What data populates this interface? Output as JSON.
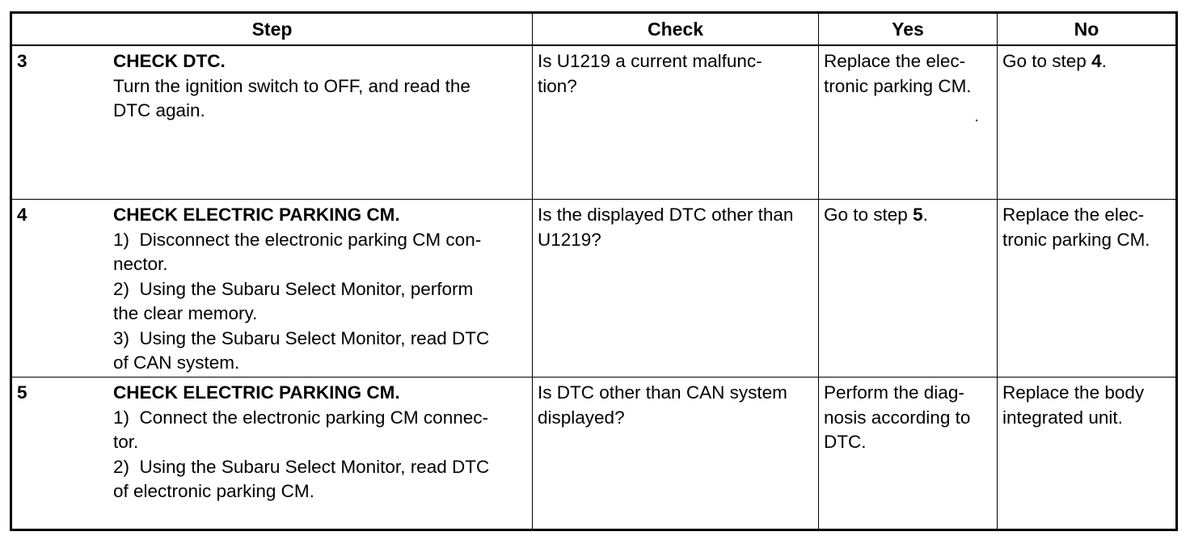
{
  "table": {
    "headers": {
      "step": "Step",
      "check": "Check",
      "yes": "Yes",
      "no": "No"
    },
    "rows": [
      {
        "num": "3",
        "title": "CHECK DTC.",
        "lines": [
          "Turn the ignition switch to OFF, and read the",
          "DTC again."
        ],
        "check": [
          "Is U1219 a current malfunc-",
          "tion?"
        ],
        "yes": [
          "Replace the elec-",
          "tronic parking CM."
        ],
        "no_prefix": "Go to step ",
        "no_ref": "4",
        "no_suffix": "."
      },
      {
        "num": "4",
        "title": "CHECK ELECTRIC PARKING CM.",
        "lines": [
          "1)  Disconnect the electronic parking CM con-",
          "nector.",
          "2)  Using the Subaru Select Monitor, perform",
          "the clear memory.",
          "3)  Using the Subaru Select Monitor, read DTC",
          "of CAN system."
        ],
        "check": [
          "Is the displayed DTC other than",
          "U1219?"
        ],
        "yes_prefix": "Go to step ",
        "yes_ref": "5",
        "yes_suffix": ".",
        "no": [
          "Replace the elec-",
          "tronic parking CM."
        ]
      },
      {
        "num": "5",
        "title": "CHECK ELECTRIC PARKING CM.",
        "lines": [
          "1)  Connect the electronic parking CM connec-",
          "tor.",
          "2)  Using the Subaru Select Monitor, read DTC",
          "of electronic parking CM."
        ],
        "check": [
          "Is DTC other than CAN system",
          "displayed?"
        ],
        "yes": [
          "Perform the diag-",
          "nosis according to",
          "DTC."
        ],
        "no": [
          "Replace the body",
          "integrated unit."
        ]
      }
    ]
  }
}
